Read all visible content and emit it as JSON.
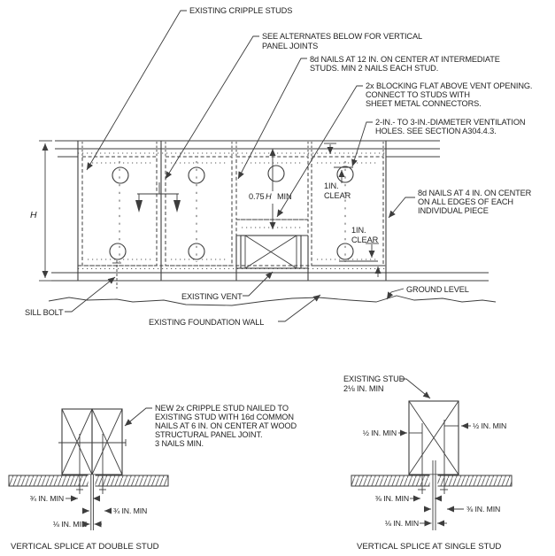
{
  "colors": {
    "ink": "#3d3d3d",
    "text": "#232323",
    "paper": "#ffffff"
  },
  "main": {
    "labels": {
      "existing_cripple_studs": "EXISTING CRIPPLE STUDS",
      "see_alternates": [
        "SEE ALTERNATES BELOW FOR VERTICAL",
        "PANEL JOINTS"
      ],
      "nails_12": [
        "8d NAILS AT 12 IN. ON CENTER AT INTERMEDIATE",
        "STUDS. MIN 2 NAILS EACH STUD."
      ],
      "blocking": [
        "2x BLOCKING FLAT ABOVE VENT OPENING.",
        "CONNECT TO STUDS WITH",
        "SHEET METAL CONNECTORS."
      ],
      "vent_holes": [
        "2-IN.- TO 3-IN.-DIAMETER VENTILATION",
        "HOLES. SEE SECTION A304.4.3."
      ],
      "nails_4": [
        "8d NAILS AT 4 IN. ON CENTER",
        "ON ALL EDGES OF EACH",
        "INDIVIDUAL PIECE"
      ],
      "wall_height": "H",
      "panel_height_prefix": "0.75",
      "panel_height_var": "H",
      "panel_height_suffix": "MIN",
      "clear_top": [
        "1IN.",
        "CLEAR"
      ],
      "clear_bottom": [
        "1IN.",
        "CLEAR"
      ],
      "ground_level": "GROUND LEVEL",
      "existing_vent": "EXISTING VENT",
      "sill_bolt": "SILL BOLT",
      "existing_foundation_wall": "EXISTING FOUNDATION WALL"
    }
  },
  "double_stud": {
    "note": [
      "NEW 2x CRIPPLE STUD NAILED TO",
      "EXISTING STUD WITH 16d COMMON",
      "NAILS AT 6 IN. ON CENTER AT WOOD",
      "STRUCTURAL PANEL JOINT.",
      "3 NAILS MIN."
    ],
    "dims": {
      "left": "¾ IN. MIN",
      "right": "¾ IN. MIN",
      "gap": "⅛ IN. MIN"
    },
    "caption": "VERTICAL SPLICE AT DOUBLE STUD"
  },
  "single_stud": {
    "stud_label": [
      "EXISTING STUD",
      "2⅛ IN. MIN"
    ],
    "dims": {
      "left_clear": "½ IN. MIN",
      "right_clear": "½ IN. MIN",
      "left_edge": "⅜ IN. MIN",
      "right_edge": "⅜ IN. MIN",
      "gap": "⅛ IN. MIN"
    },
    "caption": "VERTICAL SPLICE AT SINGLE STUD"
  }
}
